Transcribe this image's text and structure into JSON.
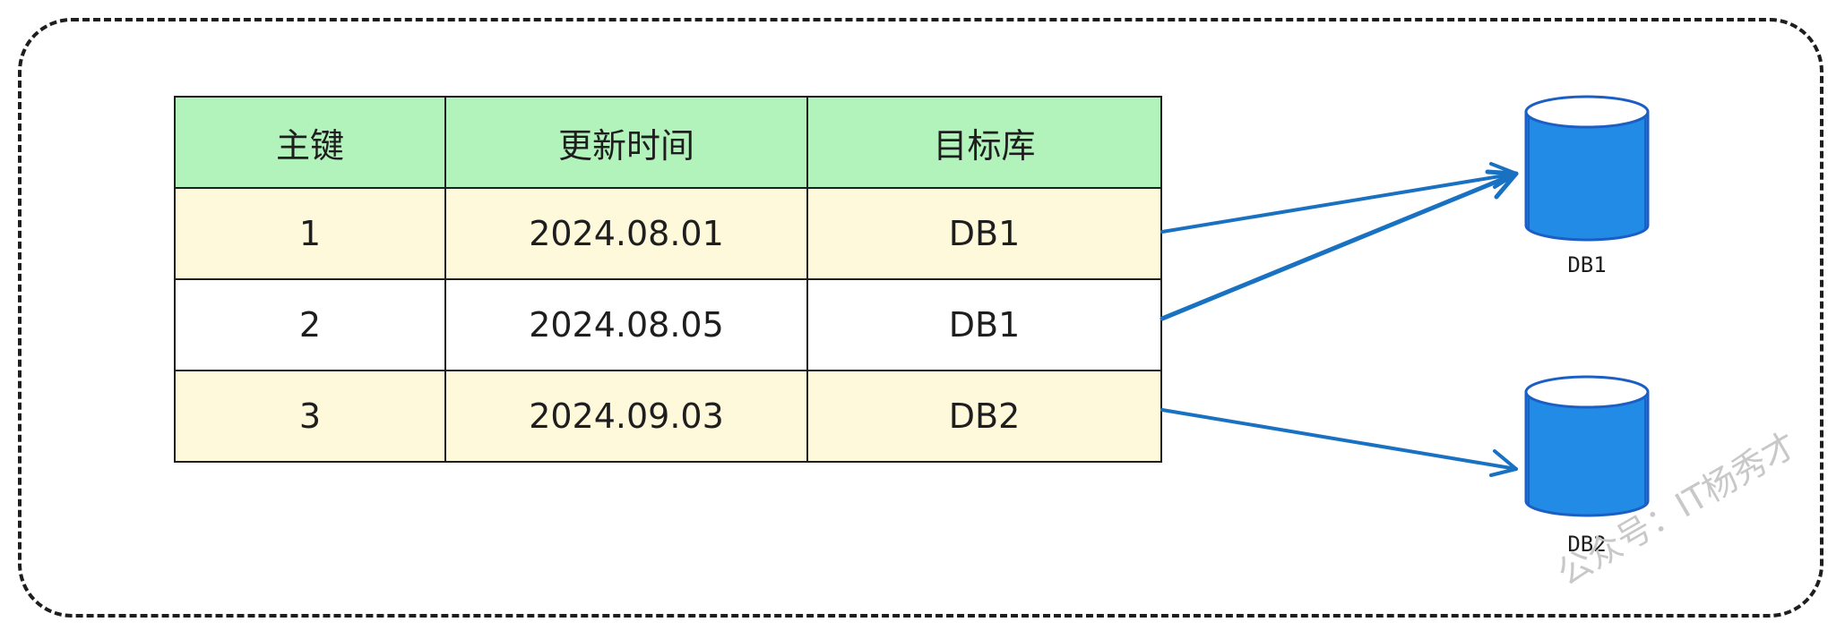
{
  "table": {
    "headers": [
      "主键",
      "更新时间",
      "目标库"
    ],
    "rows": [
      {
        "key": "1",
        "time": "2024.08.01",
        "db": "DB1"
      },
      {
        "key": "2",
        "time": "2024.08.05",
        "db": "DB1"
      },
      {
        "key": "3",
        "time": "2024.09.03",
        "db": "DB2"
      }
    ]
  },
  "databases": [
    {
      "label": "DB1"
    },
    {
      "label": "DB2"
    }
  ],
  "watermark": "公众号：IT杨秀才",
  "colors": {
    "header_fill": "#b2f2bb",
    "row_fill": "#fff9db",
    "db_fill": "#228be6",
    "arrow": "#1971c2",
    "border": "#1e1e1e"
  }
}
